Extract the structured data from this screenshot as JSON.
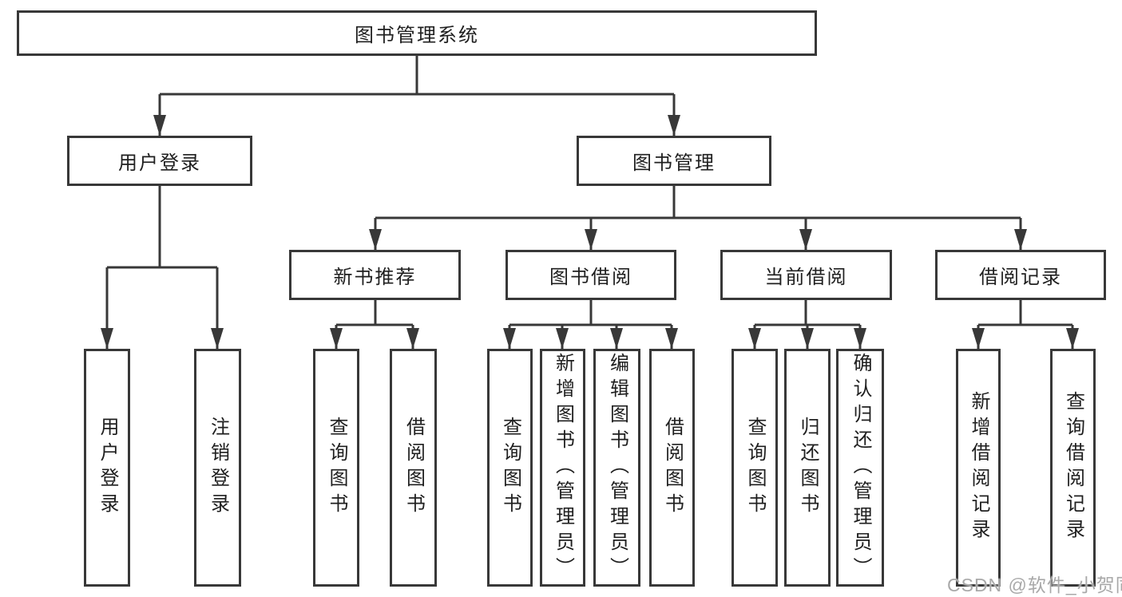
{
  "tree": {
    "root": {
      "label": "图书管理系统"
    },
    "branches": [
      {
        "label": "用户登录",
        "leaves": [
          "用户登录",
          "注销登录"
        ]
      },
      {
        "label": "图书管理",
        "children": [
          {
            "label": "新书推荐",
            "leaves": [
              "查询图书",
              "借阅图书"
            ]
          },
          {
            "label": "图书借阅",
            "leaves": [
              "查询图书",
              "新增图书（管理员）",
              "编辑图书（管理员）",
              "借阅图书"
            ]
          },
          {
            "label": "当前借阅",
            "leaves": [
              "查询图书",
              "归还图书",
              "确认归还（管理员）"
            ]
          },
          {
            "label": "借阅记录",
            "leaves": [
              "新增借阅记录",
              "查询借阅记录"
            ]
          }
        ]
      }
    ]
  },
  "watermark": "CSDN @软件_小贺同学",
  "colors": {
    "line": "#383838",
    "border": "#383838",
    "text": "#1f1f1f",
    "box_background": "#ffffff",
    "watermark": "#a9a9a9"
  }
}
